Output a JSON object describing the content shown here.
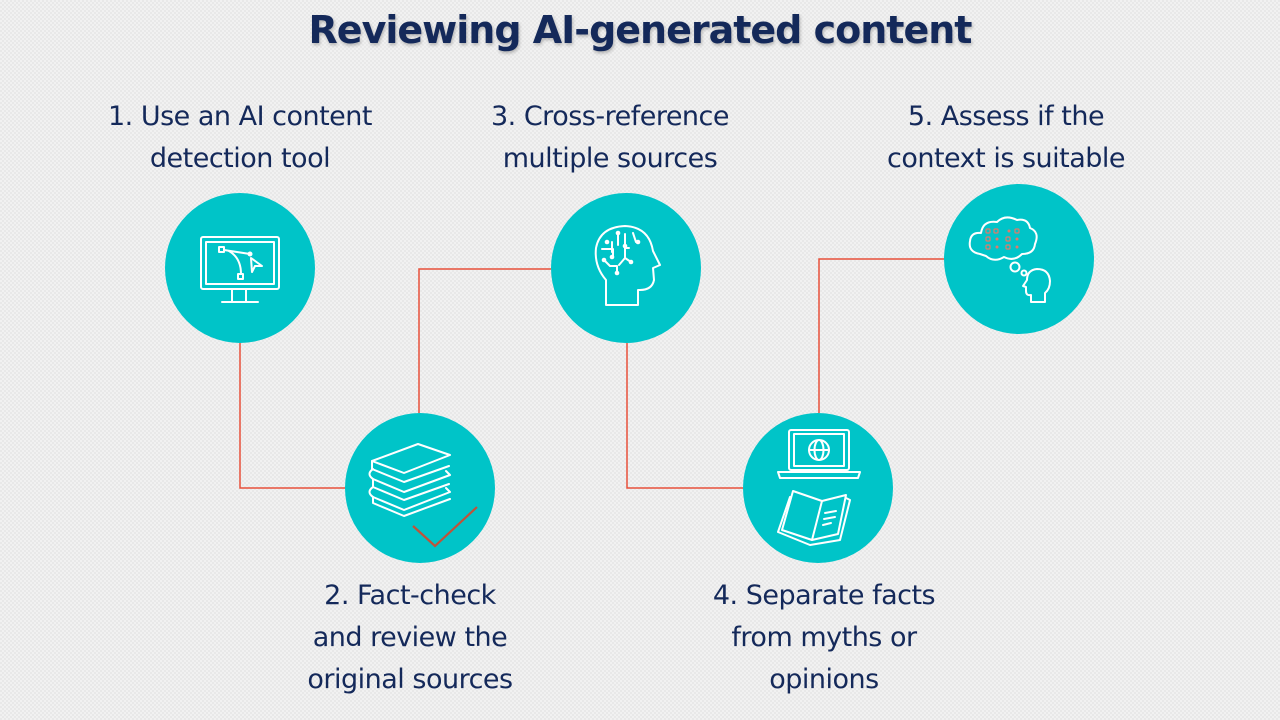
{
  "title": "Reviewing AI-generated content",
  "colors": {
    "circle": "#00c4c8",
    "connector": "#e8503a",
    "text": "#14295a",
    "checkmark": "#c0533a"
  },
  "steps": [
    {
      "number": 1,
      "lines": [
        "1. Use an AI content",
        "detection tool"
      ],
      "icon": "monitor-vector-icon"
    },
    {
      "number": 2,
      "lines": [
        "2. Fact-check",
        "and review the",
        "original sources"
      ],
      "icon": "books-check-icon"
    },
    {
      "number": 3,
      "lines": [
        "3. Cross-reference",
        "multiple sources"
      ],
      "icon": "ai-head-icon"
    },
    {
      "number": 4,
      "lines": [
        "4. Separate facts",
        "from myths or",
        "opinions"
      ],
      "icon": "laptop-book-icon"
    },
    {
      "number": 5,
      "lines": [
        "5. Assess if the",
        "context is suitable"
      ],
      "icon": "thinking-head-icon"
    }
  ]
}
